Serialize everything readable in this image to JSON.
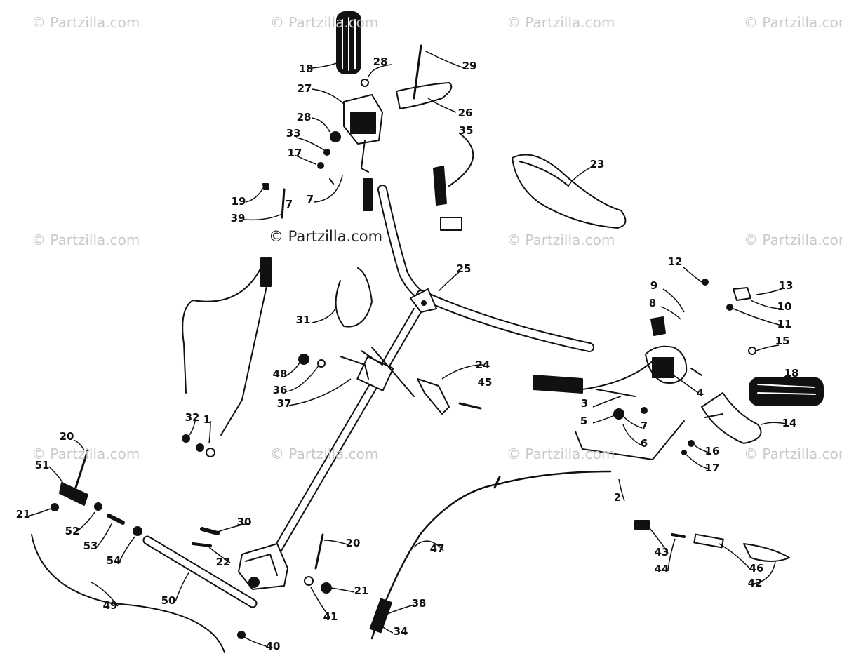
{
  "watermark": {
    "repeat_text": "© Partzilla.com",
    "center_text": "© Partzilla.com"
  },
  "callouts": [
    "1",
    "2",
    "3",
    "4",
    "5",
    "6",
    "7",
    "7",
    "7",
    "8",
    "9",
    "10",
    "11",
    "12",
    "13",
    "14",
    "15",
    "16",
    "17",
    "17",
    "18",
    "18",
    "19",
    "20",
    "20",
    "21",
    "21",
    "22",
    "23",
    "24",
    "25",
    "26",
    "27",
    "28",
    "28",
    "29",
    "30",
    "31",
    "32",
    "33",
    "34",
    "35",
    "36",
    "37",
    "38",
    "39",
    "40",
    "41",
    "42",
    "43",
    "44",
    "45",
    "46",
    "47",
    "48",
    "49",
    "50",
    "51",
    "52",
    "53",
    "54"
  ],
  "colors": {
    "ink": "#111111",
    "watermark": "#c9c9c9",
    "background": "#ffffff"
  }
}
